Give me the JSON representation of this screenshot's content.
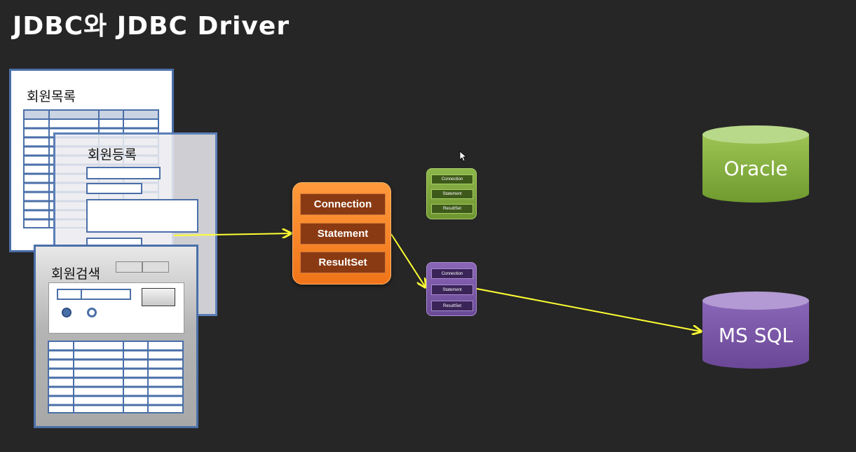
{
  "title": "JDBC와 JDBC Driver",
  "windows": {
    "list_label": "회원목록",
    "register_label": "회원등록",
    "search_label": "회원검색"
  },
  "jdbc_stack": [
    "Connection",
    "Statement",
    "ResultSet"
  ],
  "oracle_driver": [
    "Connection",
    "Statement",
    "ResultSet"
  ],
  "mssql_driver": [
    "Connection",
    "Statement",
    "ResultSet"
  ],
  "databases": {
    "oracle": "Oracle",
    "mssql": "MS SQL"
  },
  "colors": {
    "background": "#262626",
    "jdbc": "#f07419",
    "oracle": "#8db64a",
    "mssql": "#7b58a8",
    "arrow": "#ffff33",
    "window_border": "#4a6fa8"
  }
}
